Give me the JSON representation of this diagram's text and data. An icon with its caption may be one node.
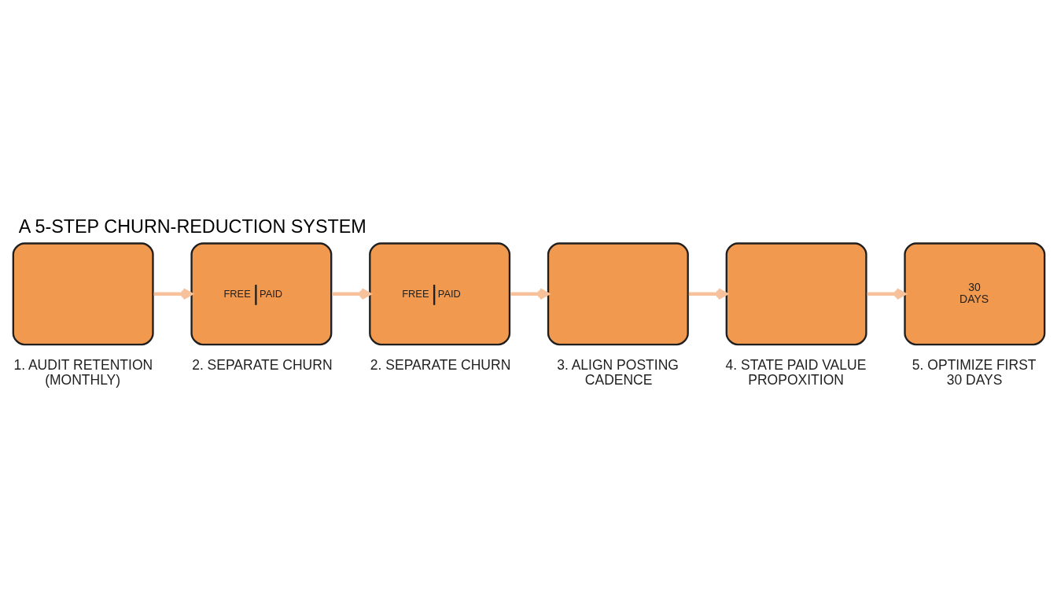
{
  "diagram": {
    "title": "A 5-STEP CHURN-REDUCTION SYSTEM",
    "nodes": [
      {
        "text": [],
        "shape": "box",
        "beside": [
          "1. AUDIT RETENTION (MONTHLY)"
        ]
      },
      {
        "text": [
          "FREE",
          "PAID"
        ],
        "beside": [
          "2. SEPARATE CHURN"
        ]
      },
      {
        "text": [
          "FREE",
          "PAID"
        ],
        "beside": [
          "2. SEPARATE CHURN"
        ]
      },
      {
        "text": [],
        "shape": "box",
        "beside": [
          "3. ALIGN POSTING CADENCE"
        ]
      },
      {
        "text": [],
        "shape": "box",
        "beside": [
          "4. STATE PAID VALUE PROPOXITION"
        ]
      },
      {
        "text": [
          "30 DAYS"
        ],
        "beside": [
          "5. OPTIMIZE FIRST 30 DAYS"
        ]
      }
    ],
    "edges": [
      {
        "from": 0,
        "to": 1,
        "arrow": "to"
      },
      {
        "from": 1,
        "to": 2,
        "arrow": "to"
      },
      {
        "from": 2,
        "to": 3,
        "arrow": "to"
      },
      {
        "from": 3,
        "to": 4,
        "arrow": "to"
      },
      {
        "from": 4,
        "to": 5,
        "arrow": "to"
      }
    ]
  }
}
